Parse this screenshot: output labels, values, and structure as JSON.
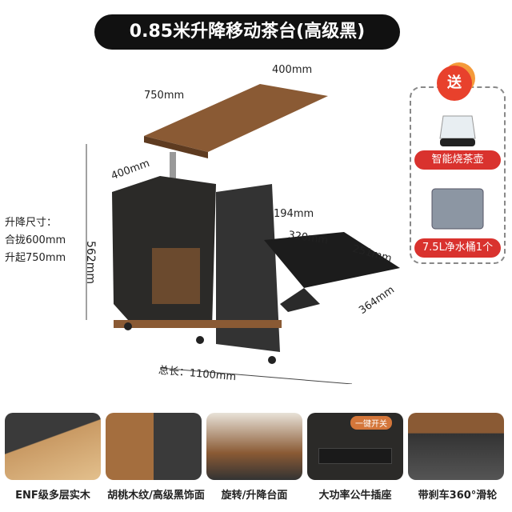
{
  "title": "0.85米升降移动茶台(高级黑)",
  "dimensions": {
    "top_width": "400mm",
    "top_length": "750mm",
    "depth": "400mm",
    "shelf_height": "194mm",
    "shelf_width": "320mm",
    "ext_width": "251mm",
    "ext_depth": "364mm",
    "height": "562mm",
    "total_length": "总长：1100mm"
  },
  "specs": {
    "label": "升降尺寸：",
    "closed": "合拢600mm",
    "raised": "升起750mm"
  },
  "gift": {
    "badge": "送",
    "item1": "智能烧茶壶",
    "item2": "7.5L净水桶1个"
  },
  "features": [
    {
      "label": "ENF级多层实木"
    },
    {
      "label": "胡桃木纹/高级黑饰面"
    },
    {
      "label": "旋转/升降台面"
    },
    {
      "label": "大功率公牛插座",
      "tag": "一键开关"
    },
    {
      "label": "带刹车360°滑轮"
    }
  ],
  "colors": {
    "wood": "#8a5a34",
    "black": "#2b2a28",
    "red": "#d9322e"
  }
}
